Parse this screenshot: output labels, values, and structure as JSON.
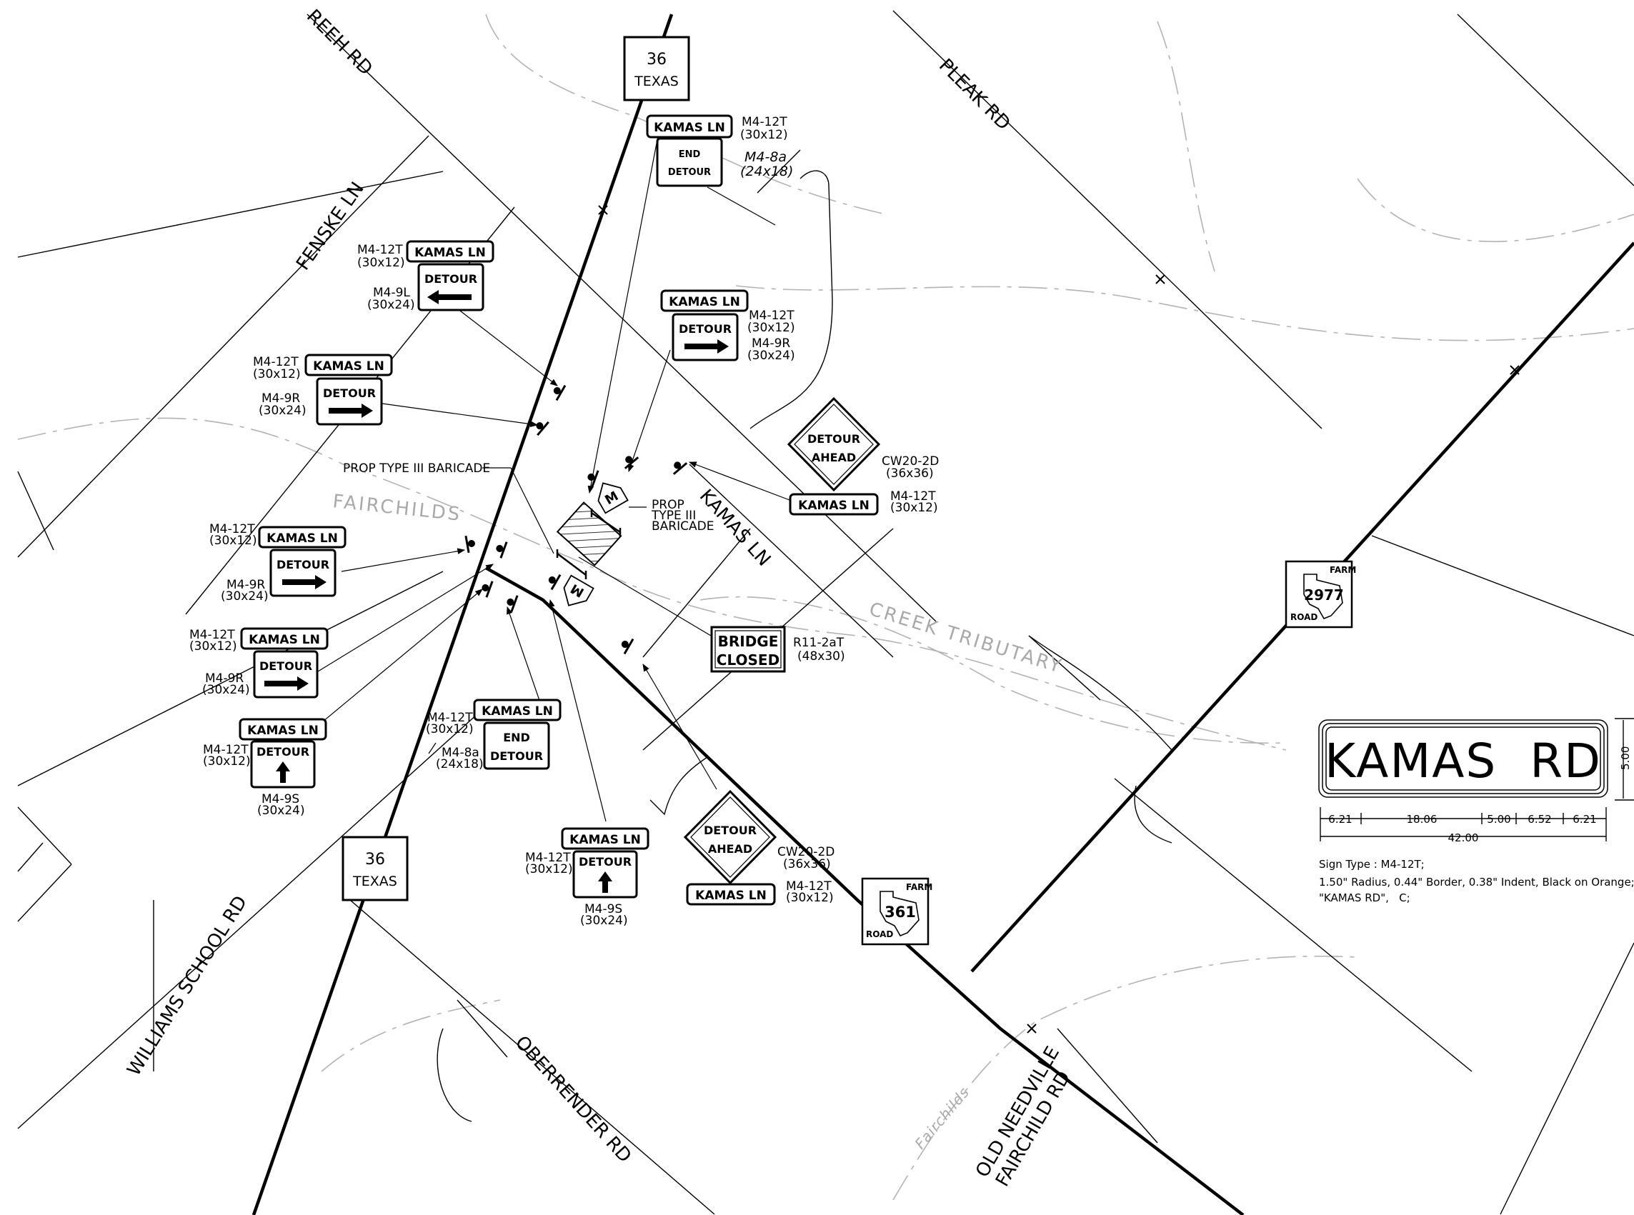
{
  "roads": {
    "creeh": "REEH RD",
    "pleak": "PLEAK RD",
    "fenske": "FENSKE LN",
    "kamas_ln": "KAMAS LN",
    "williams": "WILLIAMS SCHOOL RD",
    "oberrender": "OBERRENDER RD",
    "old_needville_1": "OLD NEEDVILLE",
    "old_needville_2": "FAIRCHILD RD"
  },
  "creek": {
    "fairchilds": "FAIRCHILDS",
    "tributary": "CREEK   TRIBUTARY",
    "fairchilds_small": "Fairchilds"
  },
  "shields": {
    "tx36_num": "36",
    "tx36_txt": "TEXAS",
    "fm_top": "FARM",
    "fm_bottom": "ROAD",
    "fm_361": "361",
    "fm_2977": "2977"
  },
  "signs": {
    "kamas_ln": "KAMAS LN",
    "end": "END",
    "detour": "DETOUR",
    "detour_ahead_1": "DETOUR",
    "detour_ahead_2": "AHEAD",
    "bridge_1": "BRIDGE",
    "bridge_2": "CLOSED",
    "m": "M"
  },
  "codes": {
    "m412t": "M4-12T",
    "s30x12": "(30x12)",
    "m48a": "M4-8a",
    "s24x18": "(24x18)",
    "m49l": "M4-9L",
    "m49r": "M4-9R",
    "m49s": "M4-9S",
    "s30x24": "(30x24)",
    "cw202d": "CW20-2D",
    "s36x36": "(36x36)",
    "r112at": "R11-2aT",
    "s48x30": "(48x30)"
  },
  "barricades": {
    "main": "PROP TYPE III BARICADE",
    "prop": "PROP",
    "type": "TYPE III",
    "bar": "BARICADE"
  },
  "detail": {
    "sign_text": "KAMAS  RD",
    "dims": [
      "6.21",
      "18.06",
      "5.00",
      "6.52",
      "6.21"
    ],
    "total": "42.00",
    "height": "5.00",
    "note1": "Sign Type : M4-12T;",
    "note2": "1.50\" Radius, 0.44\" Border, 0.38\" Indent, Black on Orange;",
    "note3": "\"KAMAS RD\",   C;"
  }
}
